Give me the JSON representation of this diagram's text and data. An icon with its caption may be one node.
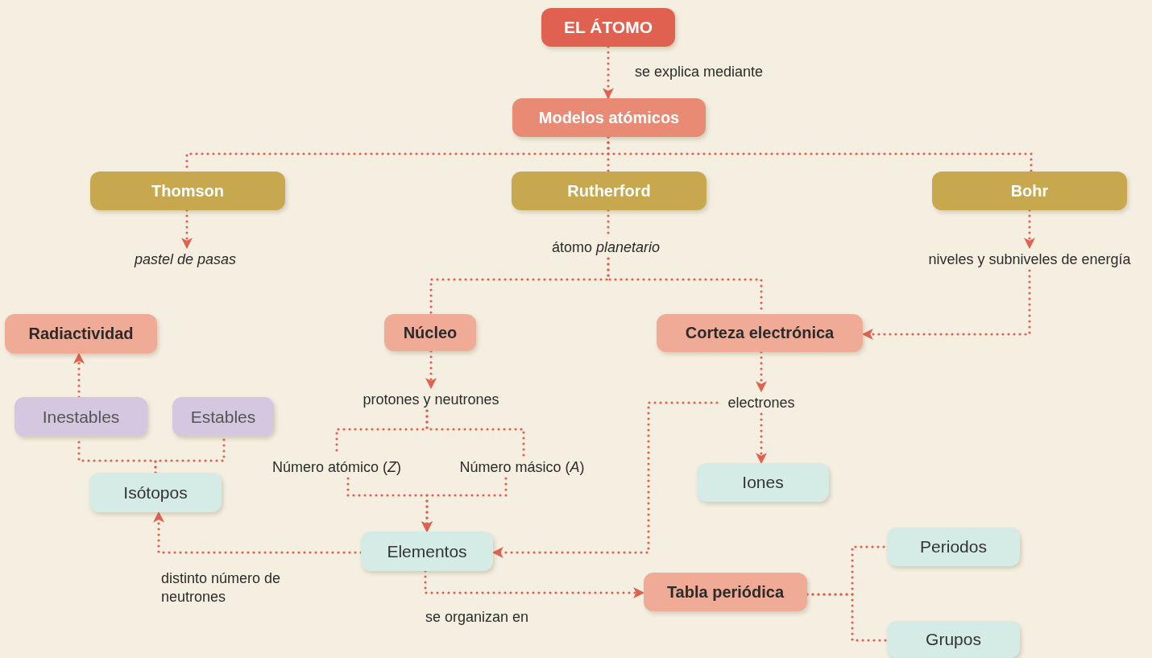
{
  "diagram": {
    "nodes": [
      {
        "text": [
          "EL ÁTOMO"
        ]
      },
      {
        "text": [
          "Modelos atómicos"
        ]
      },
      {
        "text": [
          "Thomson"
        ]
      },
      {
        "text": [
          "Rutherford"
        ]
      },
      {
        "text": [
          "Bohr"
        ]
      },
      {
        "text": [
          "pastel de pasas"
        ]
      },
      {
        "text": [
          "átomo *planetario*"
        ]
      },
      {
        "text": [
          "niveles y subniveles de energía"
        ]
      },
      {
        "text": [
          "Radiactividad"
        ]
      },
      {
        "text": [
          "Núcleo"
        ]
      },
      {
        "text": [
          "Corteza electrónica"
        ]
      },
      {
        "text": [
          "Inestables"
        ]
      },
      {
        "text": [
          "Estables"
        ]
      },
      {
        "text": [
          "protones y neutrones"
        ]
      },
      {
        "text": [
          "electrones"
        ]
      },
      {
        "text": [
          "Isótopos"
        ]
      },
      {
        "text": [
          "Número atómico (*Z*)"
        ]
      },
      {
        "text": [
          "Número másico (*A*)"
        ]
      },
      {
        "text": [
          "Iones"
        ]
      },
      {
        "text": [
          "Elementos"
        ]
      },
      {
        "text": [
          "Tabla periódica"
        ]
      },
      {
        "text": [
          "Periodos"
        ]
      },
      {
        "text": [
          "Grupos"
        ]
      }
    ],
    "edges": [
      {
        "from": 0,
        "to": 1,
        "arrow": "to",
        "label": "se explica mediante",
        "style": "dashed"
      },
      {
        "from": 1,
        "to": 2,
        "arrow": "none",
        "style": "dashed"
      },
      {
        "from": 1,
        "to": 3,
        "arrow": "none",
        "style": "dashed"
      },
      {
        "from": 1,
        "to": 4,
        "arrow": "none",
        "style": "dashed"
      },
      {
        "from": 2,
        "to": 5,
        "arrow": "to",
        "style": "dashed"
      },
      {
        "from": 3,
        "to": 6,
        "arrow": "none",
        "style": "dashed"
      },
      {
        "from": 6,
        "to": 9,
        "arrow": "none",
        "style": "dashed"
      },
      {
        "from": 6,
        "to": 10,
        "arrow": "none",
        "style": "dashed"
      },
      {
        "from": 4,
        "to": 7,
        "arrow": "to",
        "style": "dashed"
      },
      {
        "from": 7,
        "to": 10,
        "arrow": "to",
        "style": "dashed"
      },
      {
        "from": 9,
        "to": 13,
        "arrow": "to",
        "style": "dashed"
      },
      {
        "from": 10,
        "to": 14,
        "arrow": "to",
        "style": "dashed"
      },
      {
        "from": 14,
        "to": 18,
        "arrow": "to",
        "style": "dashed"
      },
      {
        "from": 14,
        "to": 19,
        "arrow": "to",
        "style": "dashed"
      },
      {
        "from": 13,
        "to": 16,
        "arrow": "none",
        "style": "dashed"
      },
      {
        "from": 13,
        "to": 17,
        "arrow": "none",
        "style": "dashed"
      },
      {
        "from": 16,
        "to": 19,
        "arrow": "to",
        "style": "dashed"
      },
      {
        "from": 17,
        "to": 19,
        "arrow": "to",
        "style": "dashed"
      },
      {
        "from": 19,
        "to": 15,
        "arrow": "to",
        "label": "distinto número de neutrones",
        "style": "dashed"
      },
      {
        "from": 15,
        "to": 11,
        "arrow": "none",
        "style": "dashed"
      },
      {
        "from": 15,
        "to": 12,
        "arrow": "none",
        "style": "dashed"
      },
      {
        "from": 11,
        "to": 8,
        "arrow": "to",
        "style": "dashed"
      },
      {
        "from": 19,
        "to": 20,
        "arrow": "to",
        "label": "se organizan en",
        "style": "dashed"
      },
      {
        "from": 20,
        "to": 21,
        "arrow": "none",
        "style": "dashed"
      },
      {
        "from": 20,
        "to": 22,
        "arrow": "none",
        "style": "dashed"
      }
    ]
  }
}
